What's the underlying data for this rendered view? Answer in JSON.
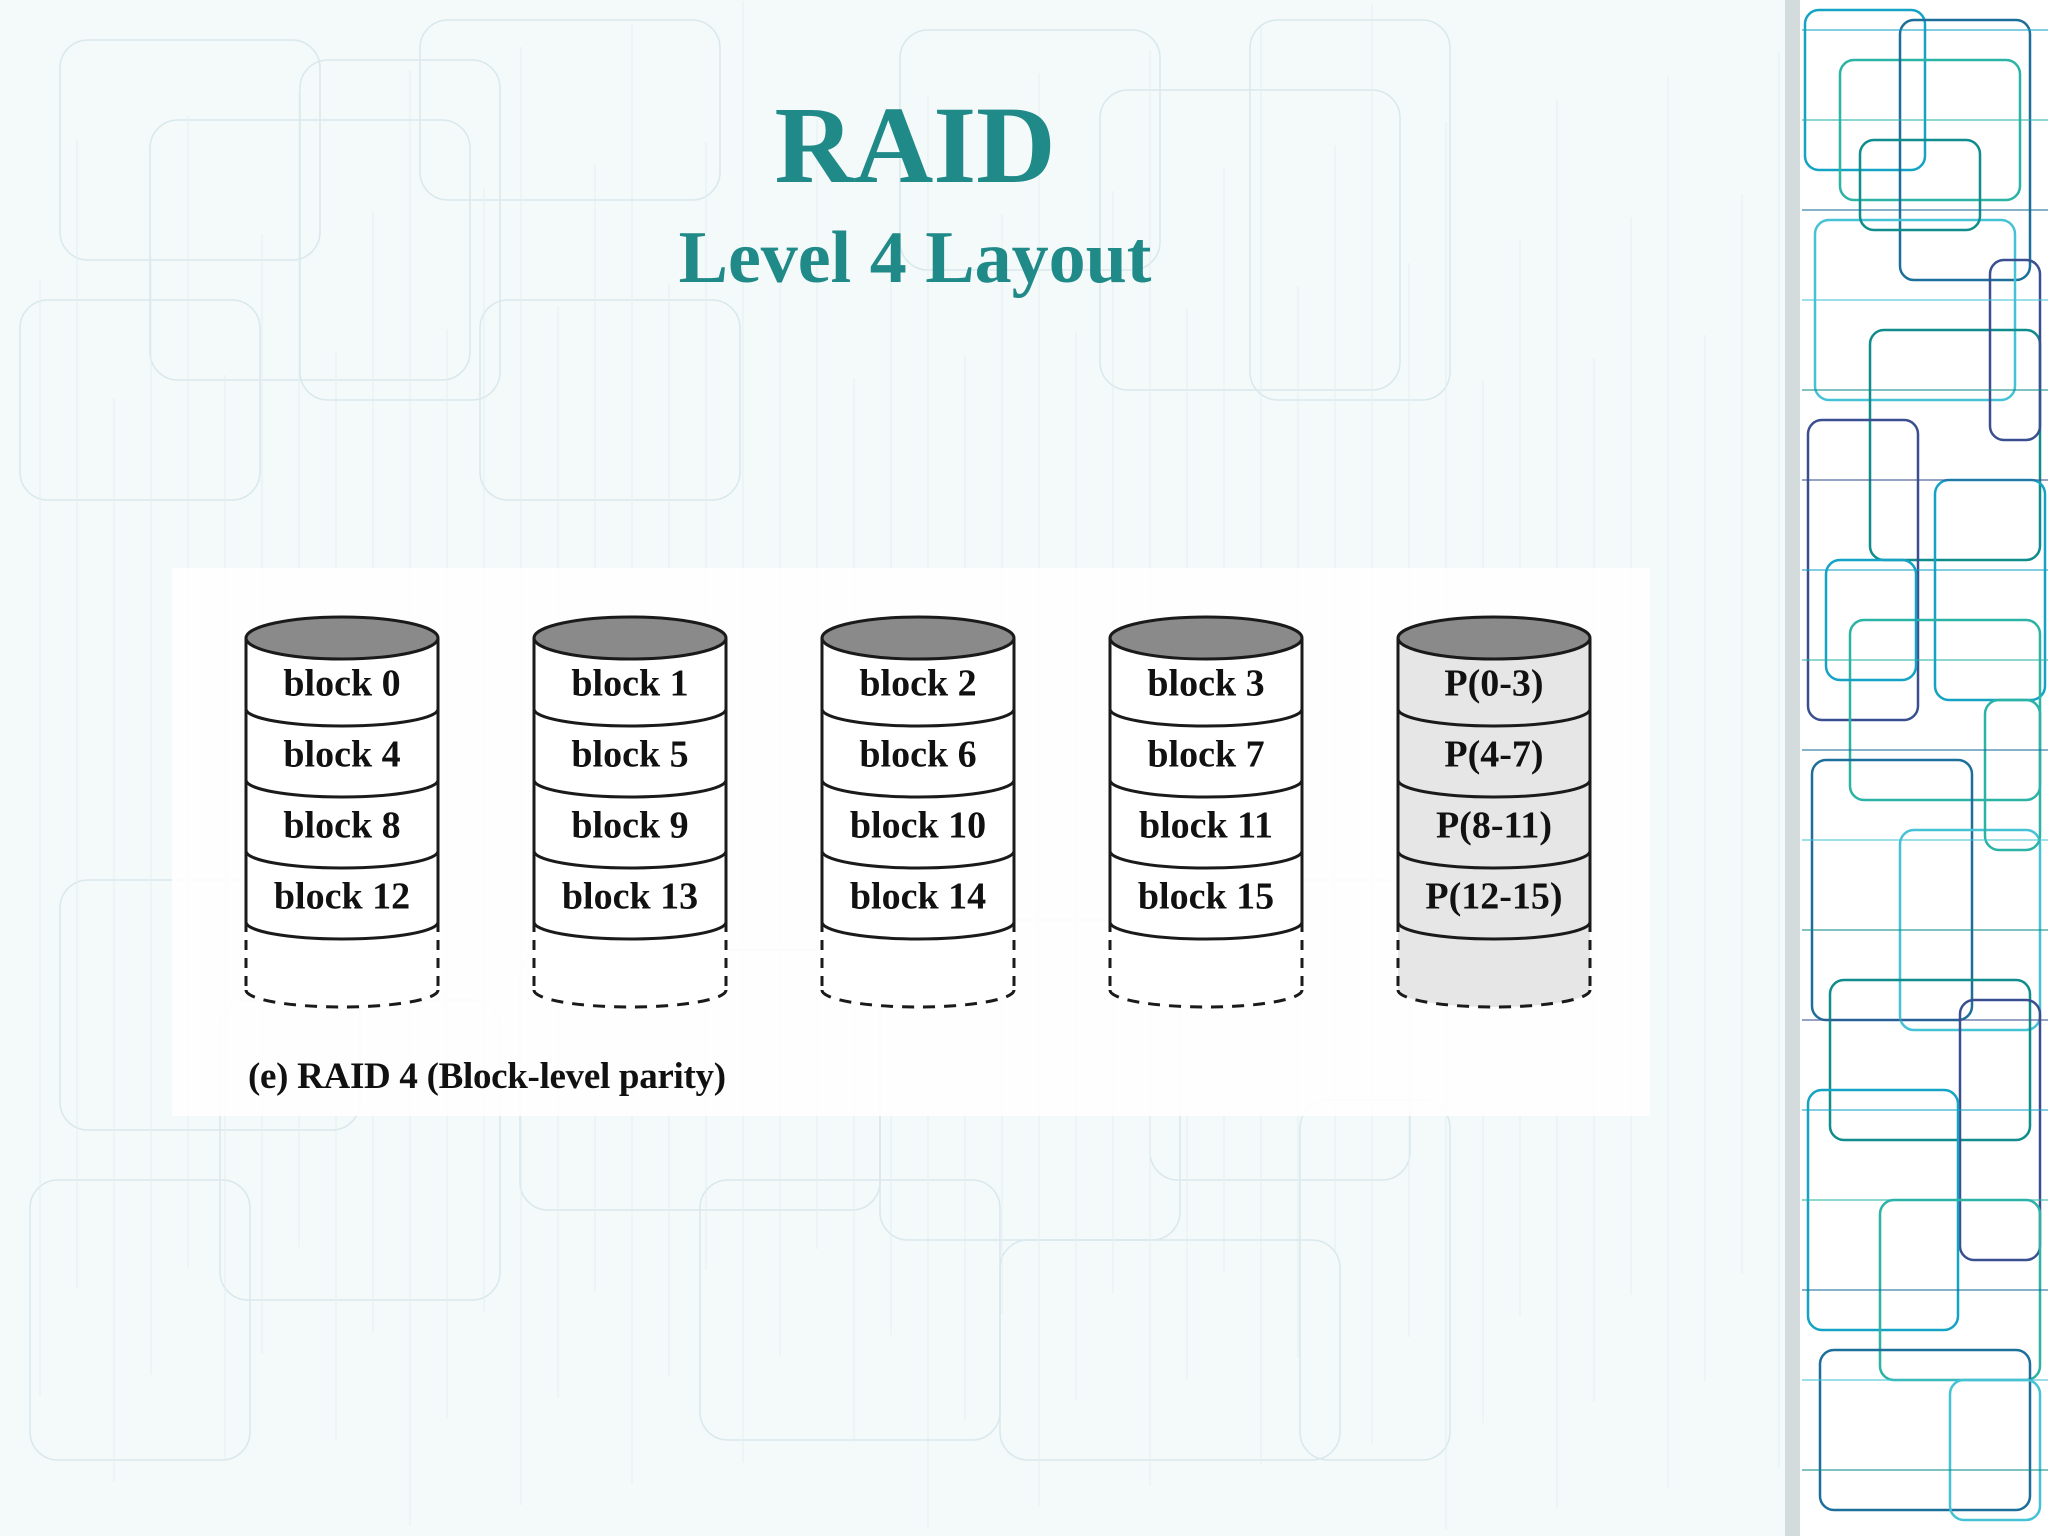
{
  "slide": {
    "title": "RAID",
    "subtitle": "Level 4 Layout",
    "title_color": "#1f8a87"
  },
  "diagram": {
    "caption": "(e) RAID 4 (Block-level parity)",
    "disks": [
      {
        "kind": "data",
        "blocks": [
          "block 0",
          "block 4",
          "block 8",
          "block 12"
        ]
      },
      {
        "kind": "data",
        "blocks": [
          "block 1",
          "block 5",
          "block 9",
          "block 13"
        ]
      },
      {
        "kind": "data",
        "blocks": [
          "block 2",
          "block 6",
          "block 10",
          "block 14"
        ]
      },
      {
        "kind": "data",
        "blocks": [
          "block 3",
          "block 7",
          "block 11",
          "block 15"
        ]
      },
      {
        "kind": "parity",
        "blocks": [
          "P(0-3)",
          "P(4-7)",
          "P(8-11)",
          "P(12-15)"
        ]
      }
    ],
    "colors": {
      "disk_top": "#8a8a8a",
      "parity_fill": "#e6e6e6",
      "data_fill": "#ffffff",
      "outline": "#1a1a1a"
    }
  }
}
